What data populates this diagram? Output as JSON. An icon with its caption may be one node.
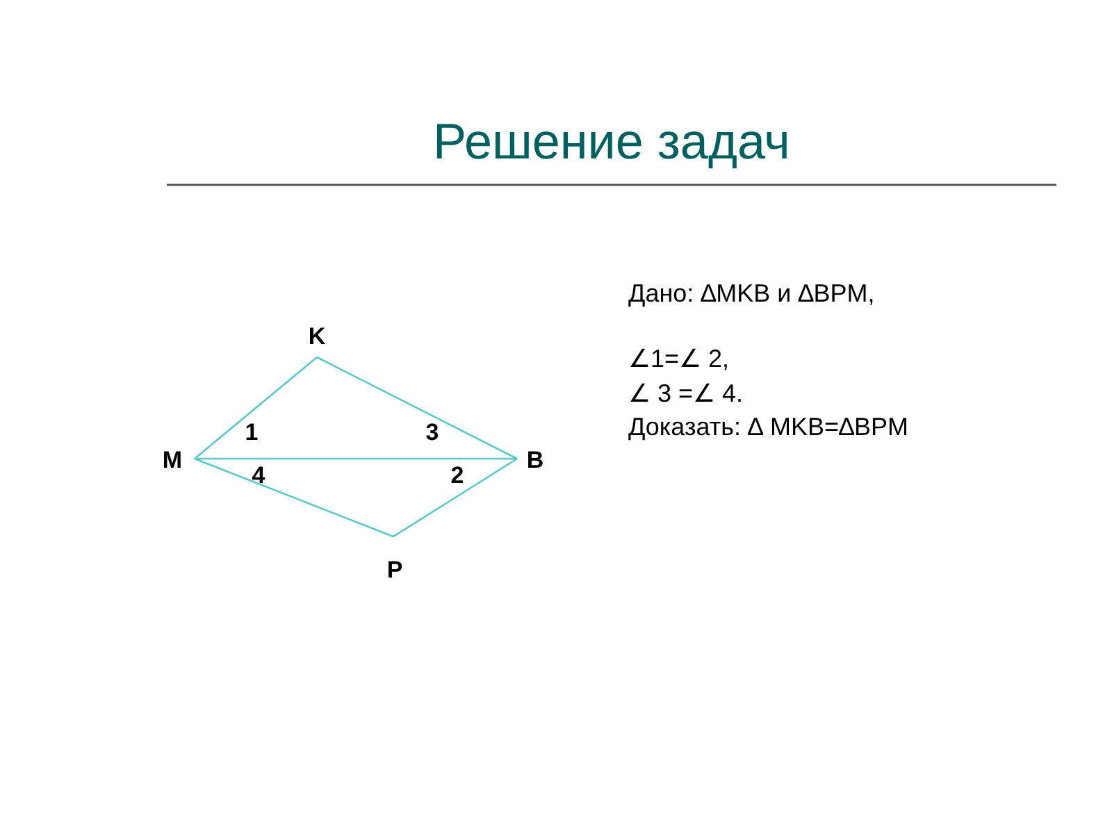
{
  "diagram": {
    "title": "Решение задач",
    "labels": [
      "K",
      "1",
      "3",
      "M",
      "B",
      "4",
      "2",
      "P",
      "Дано: ∆MKB и ∆BPM,",
      "∠1=∠ 2,",
      "∠ 3 =∠ 4.",
      "Доказать: ∆ MKB=∆BPM"
    ]
  }
}
